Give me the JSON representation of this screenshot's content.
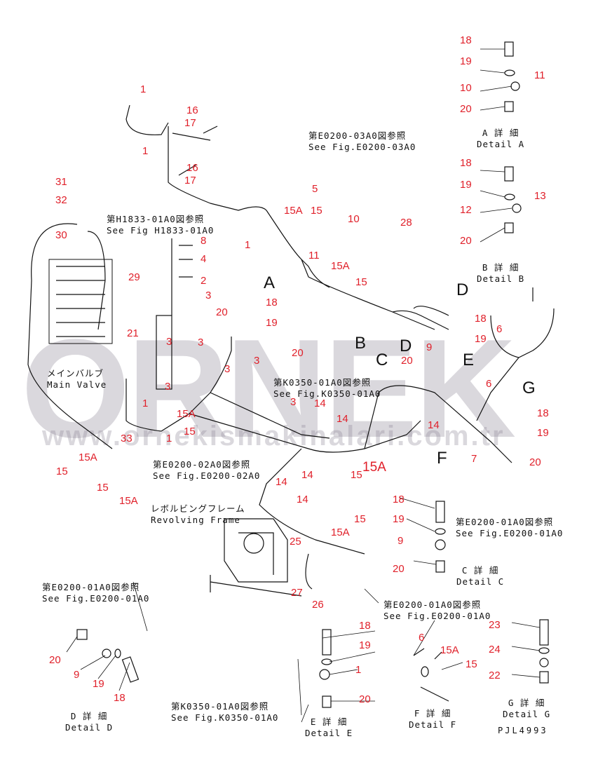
{
  "watermark": {
    "logo": "ORNEK",
    "url": "www.ornekismakinalari.com.tr"
  },
  "notes": {
    "e0200_03": [
      "第E0200-03A0図参照",
      "See Fig.E0200-03A0"
    ],
    "h1833": [
      "第H1833-01A0図参照",
      "See Fig H1833-01A0"
    ],
    "main_valve": [
      "メインバルブ",
      "Main Valve"
    ],
    "k0350_mid": [
      "第K0350-01A0図参照",
      "See Fig.K0350-01A0"
    ],
    "e0200_02": [
      "第E0200-02A0図参照",
      "See Fig.E0200-02A0"
    ],
    "revolving": [
      "レボルビングフレーム",
      "Revolving Frame"
    ],
    "e0200_01_c": [
      "第E0200-01A0図参照",
      "See Fig.E0200-01A0"
    ],
    "e0200_01_d": [
      "第E0200-01A0図参照",
      "See Fig.E0200-01A0"
    ],
    "e0200_01_f": [
      "第E0200-01A0図参照",
      "See Fig.E0200-01A0"
    ],
    "k0350_e": [
      "第K0350-01A0図参照",
      "See Fig.K0350-01A0"
    ]
  },
  "details": {
    "A": [
      "A 詳 細",
      "Detail A"
    ],
    "B": [
      "B 詳 細",
      "Detail B"
    ],
    "C": [
      "C 詳 細",
      "Detail C"
    ],
    "D": [
      "D 詳 細",
      "Detail D"
    ],
    "E": [
      "E 詳 細",
      "Detail E"
    ],
    "F": [
      "F 詳 細",
      "Detail F"
    ],
    "G": [
      "G 詳 細",
      "Detail G"
    ]
  },
  "view_letters": [
    "A",
    "B",
    "C",
    "D",
    "E",
    "F",
    "G"
  ],
  "drawing_code": "PJL4993",
  "callouts": [
    "1",
    "16",
    "17",
    "1",
    "16",
    "17",
    "5",
    "15A",
    "15",
    "10",
    "28",
    "1",
    "11",
    "15A",
    "15",
    "18",
    "19",
    "11",
    "10",
    "20",
    "18",
    "19",
    "13",
    "12",
    "20",
    "31",
    "32",
    "30",
    "29",
    "21",
    "33",
    "15",
    "15A",
    "15",
    "15A",
    "8",
    "4",
    "2",
    "3",
    "20",
    "18",
    "19",
    "3",
    "3",
    "3",
    "3",
    "20",
    "3",
    "1",
    "15A",
    "15",
    "1",
    "3",
    "14",
    "14",
    "14",
    "15A",
    "15",
    "14",
    "14",
    "14",
    "15",
    "15A",
    "25",
    "27",
    "26",
    "18",
    "19",
    "9",
    "20",
    "6",
    "6",
    "18",
    "19",
    "7",
    "20",
    "18",
    "19",
    "9",
    "20",
    "18",
    "19",
    "1",
    "20",
    "20",
    "9",
    "19",
    "18",
    "6",
    "15A",
    "15",
    "23",
    "24",
    "22"
  ]
}
